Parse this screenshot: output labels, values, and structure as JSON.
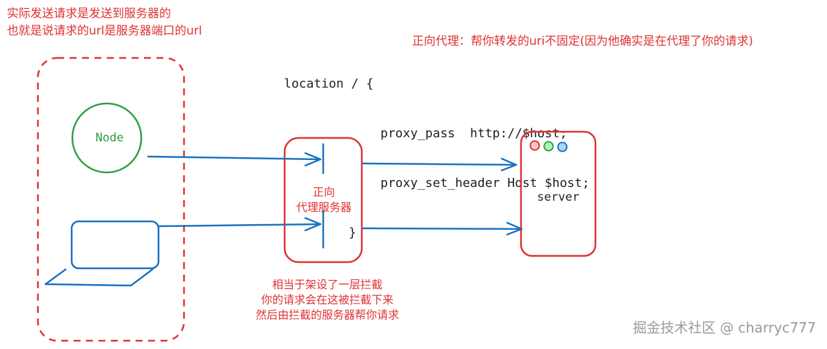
{
  "notes": {
    "top_left_line1": "实际发送请求是发送到服务器的",
    "top_left_line2": "也就是说请求的url是服务器端口的url",
    "top_right": "正向代理：帮你转发的uri不固定(因为他确实是在代理了你的请求)"
  },
  "code": {
    "line1": "location / {",
    "line2": "proxy_pass  http://$host;",
    "line3": "proxy_set_header Host $host;",
    "line4": "}"
  },
  "nodes": {
    "client_node": "Node",
    "proxy_line1": "正向",
    "proxy_line2": "代理服务器",
    "server": "server"
  },
  "bottom_note": {
    "line1": "相当于架设了一层拦截",
    "line2": "你的请求会在这被拦截下来",
    "line3": "然后由拦截的服务器帮你请求"
  },
  "watermark": "掘金技术社区 @ charryc777",
  "colors": {
    "red": "#e03131",
    "green": "#2f9e44",
    "blue": "#1971c2",
    "dark": "#1e1e1e"
  }
}
